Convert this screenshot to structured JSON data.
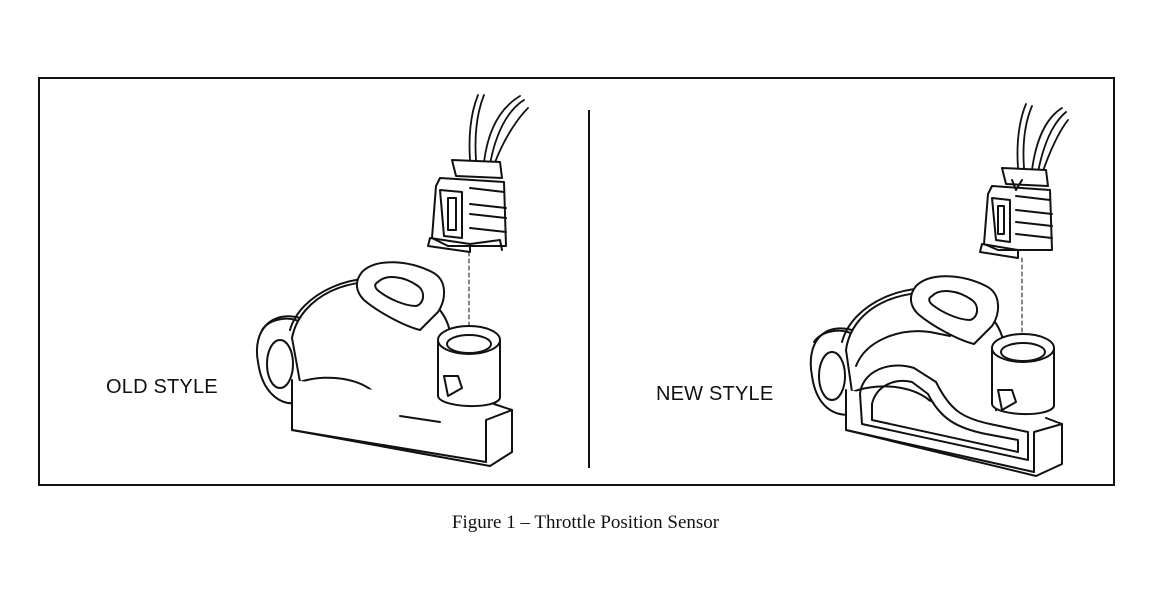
{
  "labels": {
    "old_style": "OLD STYLE",
    "new_style": "NEW STYLE"
  },
  "caption": "Figure 1 – Throttle Position Sensor"
}
